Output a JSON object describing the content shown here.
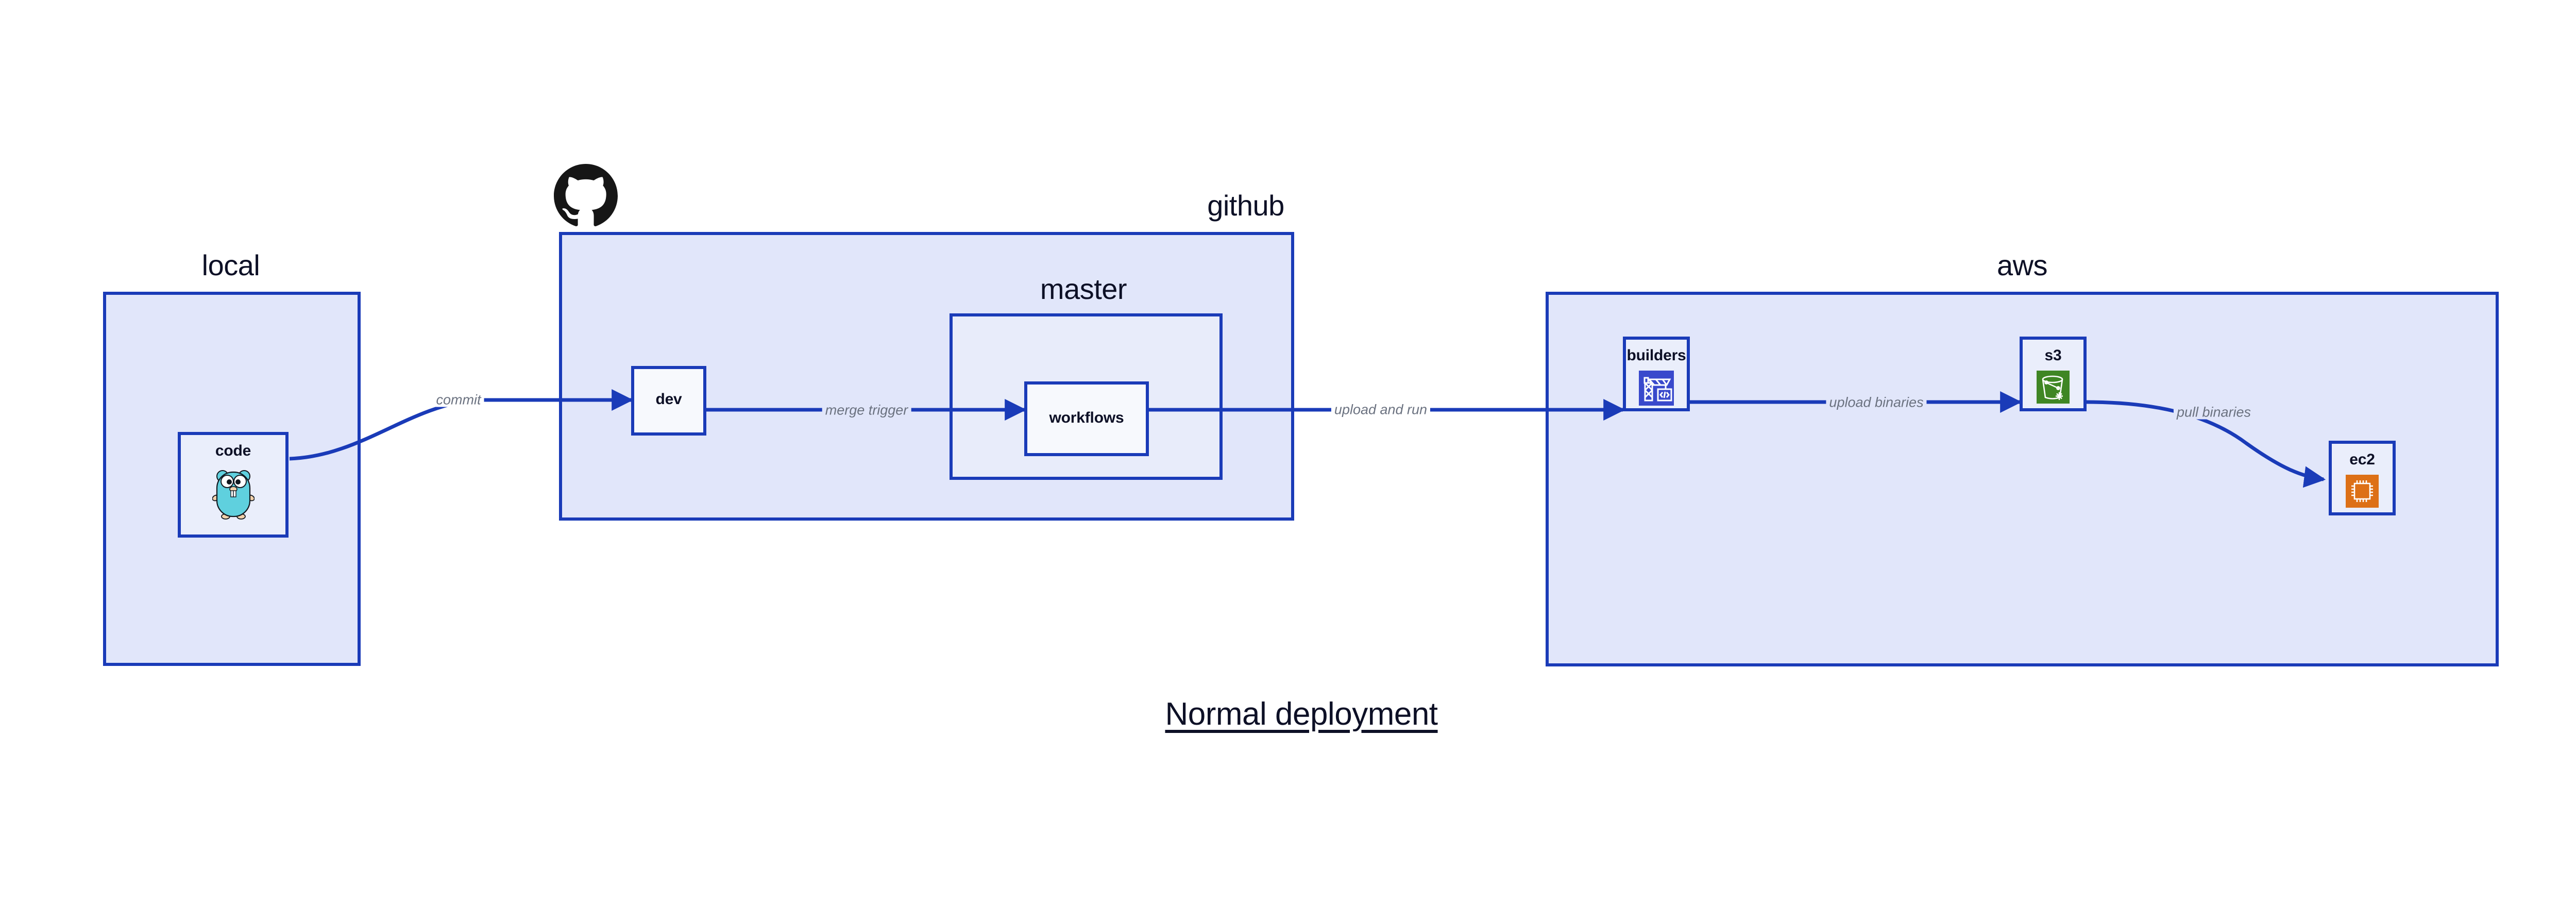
{
  "diagram": {
    "title": "Normal deployment",
    "background_color": "#ffffff",
    "accent_color": "#1a3bb8",
    "group_fill": "#e1e6fa",
    "group_inner_fill": "#e8ecfa",
    "node_fill": "#eaeefb",
    "node_white_fill": "#f7f9fd",
    "label_color": "#6b7280",
    "text_color": "#0d1026"
  },
  "groups": [
    {
      "id": "local",
      "title": "local"
    },
    {
      "id": "github",
      "title": "github"
    },
    {
      "id": "master",
      "title": "master"
    },
    {
      "id": "aws",
      "title": "aws"
    }
  ],
  "nodes": [
    {
      "id": "code",
      "label": "code",
      "icon": "go-gopher-icon",
      "icon_color": "#5fd0de"
    },
    {
      "id": "dev",
      "label": "dev",
      "icon": "none",
      "icon_color": ""
    },
    {
      "id": "workflows",
      "label": "workflows",
      "icon": "none",
      "icon_color": ""
    },
    {
      "id": "builders",
      "label": "builders",
      "icon": "aws-builder-icon",
      "icon_color": "#3949cc"
    },
    {
      "id": "s3",
      "label": "s3",
      "icon": "aws-s3-icon",
      "icon_color": "#3f8624"
    },
    {
      "id": "ec2",
      "label": "ec2",
      "icon": "aws-ec2-icon",
      "icon_color": "#dd7016"
    }
  ],
  "edges": [
    {
      "id": "commit",
      "label": "commit",
      "from": "code",
      "to": "dev"
    },
    {
      "id": "merge-trigger",
      "label": "merge trigger",
      "from": "dev",
      "to": "workflows"
    },
    {
      "id": "upload-and-run",
      "label": "upload and run",
      "from": "workflows",
      "to": "builders"
    },
    {
      "id": "upload-binaries",
      "label": "upload binaries",
      "from": "builders",
      "to": "s3"
    },
    {
      "id": "pull-binaries",
      "label": "pull binaries",
      "from": "s3",
      "to": "ec2"
    }
  ],
  "logos": [
    {
      "id": "github-logo",
      "name": "github-octocat-logo",
      "color": "#161616"
    }
  ]
}
